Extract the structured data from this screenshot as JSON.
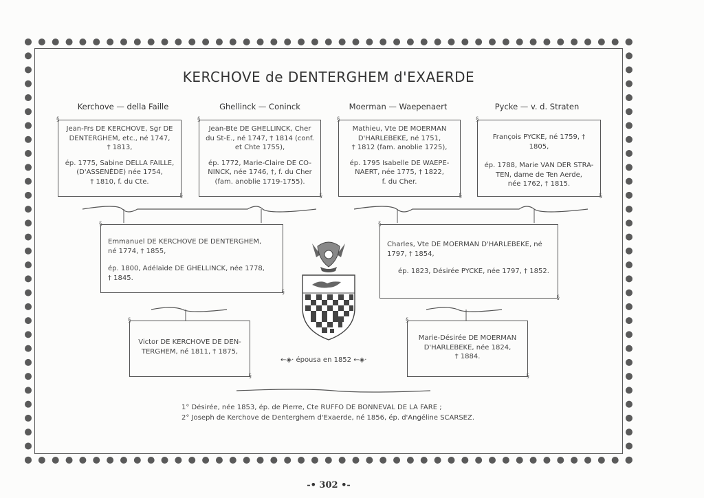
{
  "title": "KERCHOVE de DENTERGHEM d'EXAERDE",
  "gen1": [
    {
      "label": "Kerchove — della Faille",
      "lines": [
        "Jean-Frs DE KERCHOVE, Sgr DE",
        "DENTERGHEM, etc., né 1747,",
        "† 1813,"
      ],
      "spouse": [
        "ép. 1775, Sabine DELLA FAILLE,",
        "(D'ASSENÈDE) née 1754,",
        "† 1810, f. du Cte."
      ]
    },
    {
      "label": "Ghellinck — Coninck",
      "lines": [
        "Jean-Bte DE GHELLINCK, Cher",
        "du St-E., né 1747, † 1814 (conf.",
        "et Chte 1755),"
      ],
      "spouse": [
        "ép. 1772, Marie-Claire DE CO-",
        "NINCK, née 1746, †, f. du Cher",
        "(fam. anoblie 1719-1755)."
      ]
    },
    {
      "label": "Moerman — Waepenaert",
      "lines": [
        "Mathieu, Vte DE MOERMAN",
        "D'HARLEBEKE, né 1751,",
        "† 1812 (fam. anoblie 1725),"
      ],
      "spouse": [
        "ép. 1795 Isabelle DE WAEPE-",
        "NAERT, née 1775, † 1822,",
        "f. du Cher."
      ]
    },
    {
      "label": "Pycke — v. d. Straten",
      "lines": [
        "François PYCKE, né 1759, † 1805,"
      ],
      "spouse": [
        "ép. 1788, Marie VAN DER STRA-",
        "TEN, dame de Ten Aerde,",
        "née 1762, † 1815."
      ]
    }
  ],
  "gen2": [
    {
      "lines": [
        "Emmanuel DE KERCHOVE DE DENTERGHEM,",
        "né 1774, † 1855,"
      ],
      "spouse": [
        "ép. 1800, Adélaïde DE GHELLINCK, née 1778,",
        "† 1845."
      ]
    },
    {
      "lines": [
        "Charles, Vte DE MOERMAN D'HARLEBEKE, né",
        "1797, † 1854,"
      ],
      "spouse": [
        "ép. 1823, Désirée PYCKE, née 1797, † 1852."
      ]
    }
  ],
  "gen3": [
    {
      "lines": [
        "Victor DE KERCHOVE DE DEN-",
        "TERGHEM, né 1811, † 1875,"
      ]
    },
    {
      "lines": [
        "Marie-Désirée DE MOERMAN",
        "D'HARLEBEKE, née 1824,",
        "† 1884."
      ]
    }
  ],
  "marriage": "épousa en 1852",
  "children": [
    "1° Désirée, née 1853, ép. de Pierre, Cte RUFFO DE BONNEVAL DE LA FARE ;",
    "2° Joseph de Kerchove de Denterghem d'Exaerde, né 1856, ép. d'Angéline SCARSEZ."
  ],
  "page_number": "302"
}
